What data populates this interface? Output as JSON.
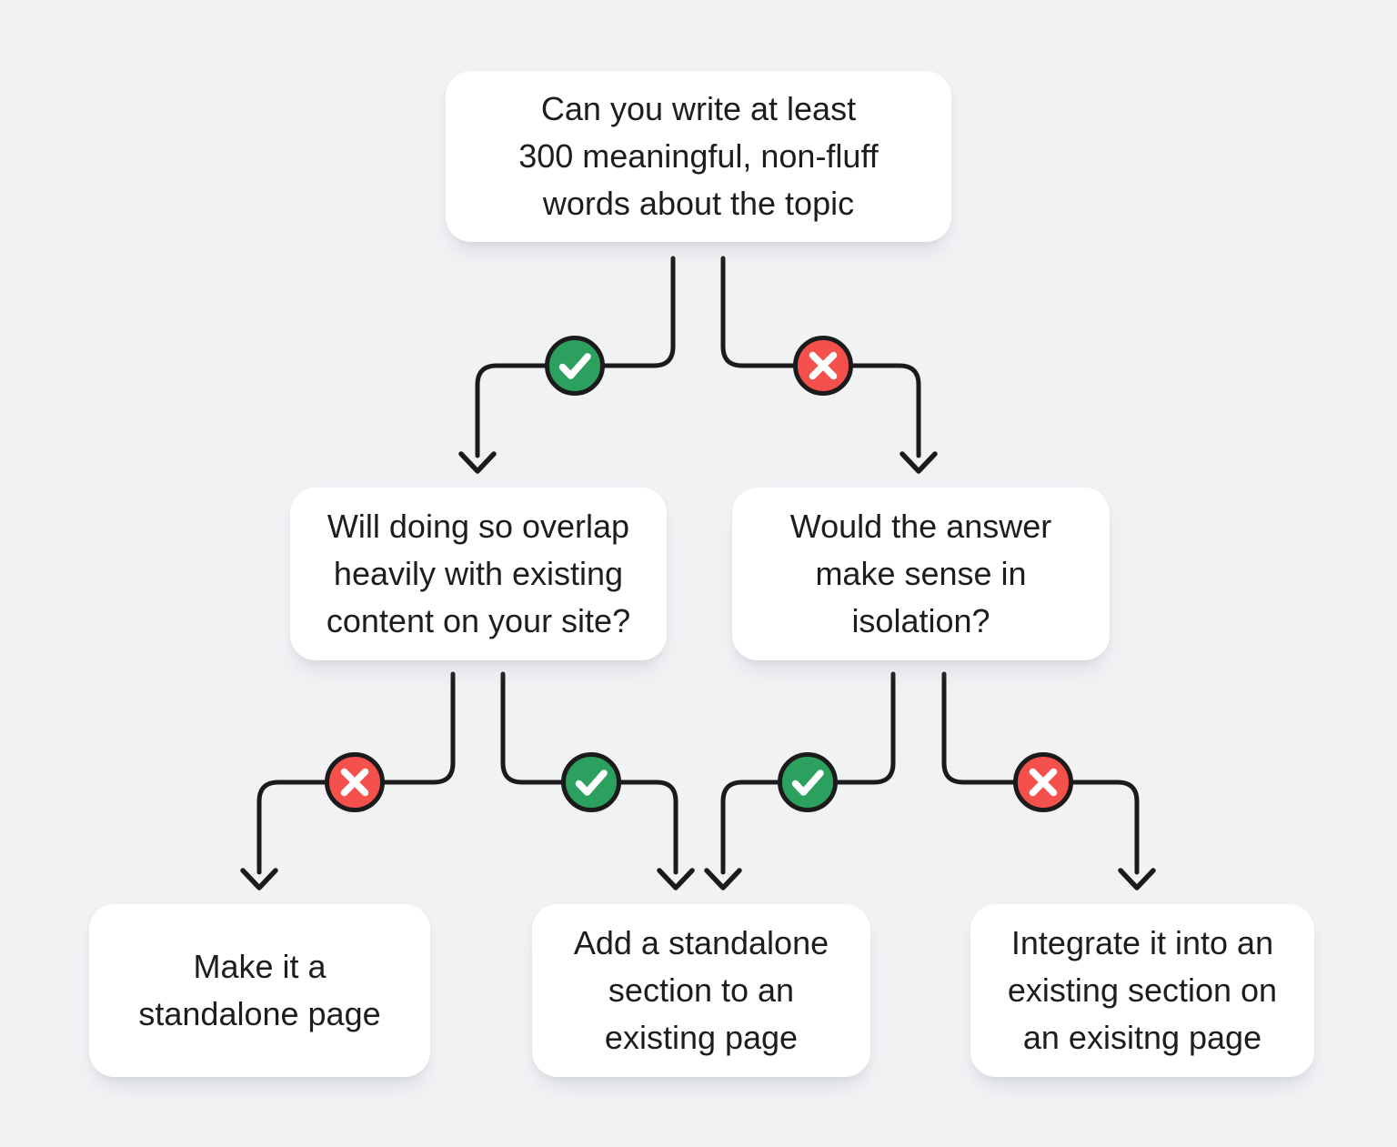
{
  "theme": {
    "background": "#f1f2f4",
    "node_bg": "#ffffff",
    "text_color": "#1d1d1f",
    "line_color": "#1b1b1b",
    "yes_color": "#2ba05f",
    "no_color": "#f5514c"
  },
  "nodes": {
    "root": {
      "role": "question",
      "lines": [
        "Can you write at least",
        "300 meaningful, non-fluff",
        "words about the topic"
      ]
    },
    "overlap": {
      "role": "question",
      "lines": [
        "Will doing so overlap",
        "heavily with existing",
        "content on your site?"
      ]
    },
    "isolation": {
      "role": "question",
      "lines": [
        "Would the answer",
        "make sense in",
        "isolation?"
      ]
    },
    "standalone_page": {
      "role": "outcome",
      "lines": [
        "Make it a",
        "standalone page"
      ]
    },
    "standalone_section": {
      "role": "outcome",
      "lines": [
        "Add a standalone",
        "section to an",
        "existing page"
      ]
    },
    "integrate": {
      "role": "outcome",
      "lines": [
        "Integrate it into an",
        "existing section on",
        "an exisitng page"
      ]
    }
  },
  "edges": [
    {
      "from": "root",
      "to": "overlap",
      "answer": "yes",
      "icon": "check-circle-icon"
    },
    {
      "from": "root",
      "to": "isolation",
      "answer": "no",
      "icon": "x-circle-icon"
    },
    {
      "from": "overlap",
      "to": "standalone_page",
      "answer": "no",
      "icon": "x-circle-icon"
    },
    {
      "from": "overlap",
      "to": "standalone_section",
      "answer": "yes",
      "icon": "check-circle-icon"
    },
    {
      "from": "isolation",
      "to": "standalone_section",
      "answer": "yes",
      "icon": "check-circle-icon"
    },
    {
      "from": "isolation",
      "to": "integrate",
      "answer": "no",
      "icon": "x-circle-icon"
    }
  ]
}
